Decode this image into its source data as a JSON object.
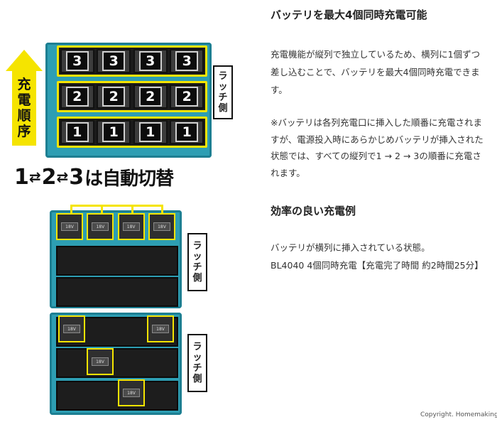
{
  "section1": {
    "heading": "バッテリを最大4個同時充電可能",
    "body": "充電機能が縦列で独立しているため、横列に1個ずつ差し込むことで、バッテリを最大4個同時充電できます。",
    "note": "※バッテリは各列充電口に挿入した順番に充電されますが、電源投入時にあらかじめバッテリが挿入された状態では、すべての縦列で1 → 2 → 3の順番に充電されます。"
  },
  "section2": {
    "heading": "効率の良い充電例",
    "body_line1": "バッテリが横列に挿入されている状態。",
    "body_line2": "BL4040 4個同時充電【充電完了時間 約2時間25分】"
  },
  "illustration": {
    "order_chars": [
      "充",
      "電",
      "順",
      "序"
    ],
    "rows": [
      {
        "num": "3",
        "cells": [
          "3",
          "3",
          "3",
          "3"
        ]
      },
      {
        "num": "2",
        "cells": [
          "2",
          "2",
          "2",
          "2"
        ]
      },
      {
        "num": "1",
        "cells": [
          "1",
          "1",
          "1",
          "1"
        ]
      }
    ],
    "latch_chars": [
      "ラ",
      "ッ",
      "チ",
      "側"
    ],
    "auto_switch": {
      "n1": "1",
      "n2": "2",
      "n3": "3",
      "arrow": "⇄",
      "text": "は自動切替"
    },
    "battery_label": "18V"
  },
  "copyright": "Copyright. Homemaking",
  "colors": {
    "accent_yellow": "#f5e400",
    "charger_teal": "#2d9eb3",
    "dark": "#1b1b1b"
  }
}
